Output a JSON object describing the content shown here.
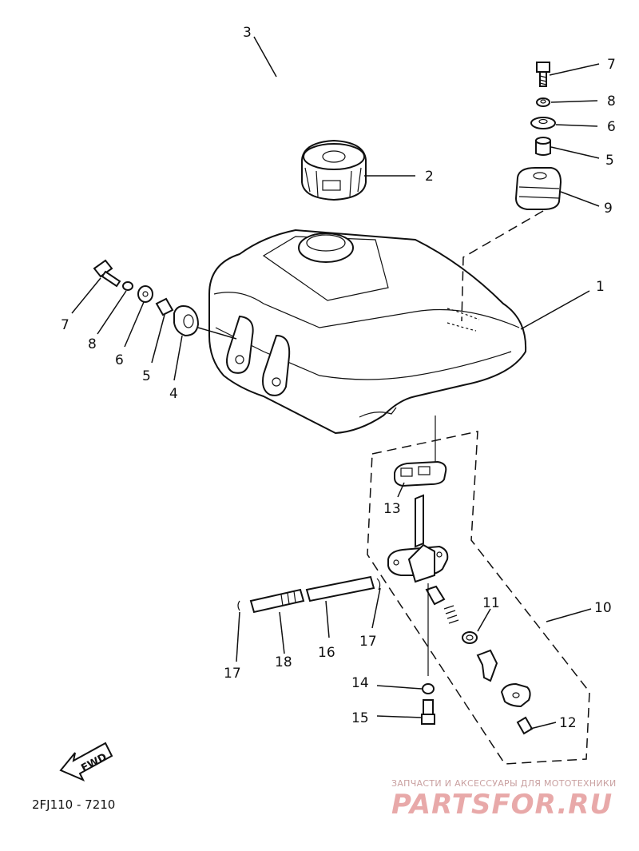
{
  "callouts": {
    "c1": "1",
    "c2": "2",
    "c3": "3",
    "c4": "4",
    "c5_left": "5",
    "c5_right": "5",
    "c6_left": "6",
    "c6_right": "6",
    "c7_left": "7",
    "c7_right": "7",
    "c8_left": "8",
    "c8_right": "8",
    "c9": "9",
    "c10": "10",
    "c11": "11",
    "c12": "12",
    "c13": "13",
    "c14": "14",
    "c15": "15",
    "c16": "16",
    "c17_left": "17",
    "c17_right": "17",
    "c18": "18"
  },
  "fwd_label": "FWD",
  "diagram_code": "2FJ110 - 7210",
  "watermark": {
    "tagline": "ЗАПЧАСТИ И АКСЕССУАРЫ ДЛЯ МОТОТЕХНИКИ",
    "brand": "PARTSFOR.RU"
  }
}
